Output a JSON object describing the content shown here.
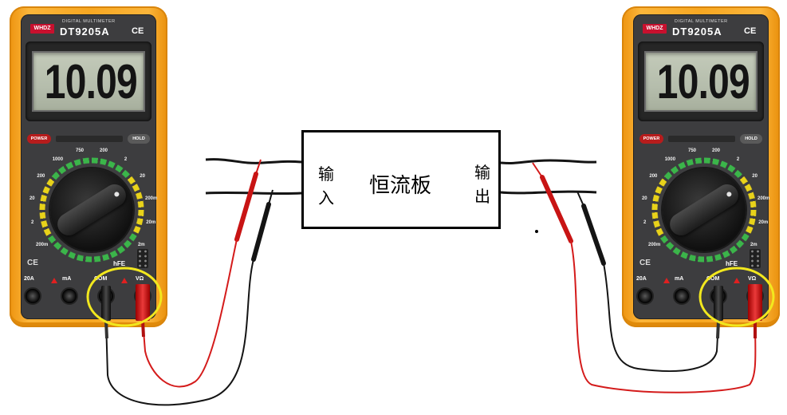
{
  "meters": [
    {
      "logo": "WHDZ",
      "subtitle": "DIGITAL MULTIMETER",
      "model": "DT9205A",
      "ce_top": "CE",
      "reading": "10.09",
      "power_label": "POWER",
      "hold_label": "HOLD",
      "dial_labels": [
        "200m",
        "2",
        "20",
        "200",
        "1000",
        "750",
        "200",
        "2",
        "20",
        "200m",
        "20m",
        "2m"
      ],
      "ce_mark": "CE",
      "hfe_label": "hFE",
      "jacks": [
        "20A",
        "mA",
        "COM",
        "VΩ"
      ]
    },
    {
      "logo": "WHDZ",
      "subtitle": "DIGITAL MULTIMETER",
      "model": "DT9205A",
      "ce_top": "CE",
      "reading": "10.09",
      "power_label": "POWER",
      "hold_label": "HOLD",
      "dial_labels": [
        "200m",
        "2",
        "20",
        "200",
        "1000",
        "750",
        "200",
        "2",
        "20",
        "200m",
        "20m",
        "2m"
      ],
      "ce_mark": "CE",
      "hfe_label": "hFE",
      "jacks": [
        "20A",
        "mA",
        "COM",
        "VΩ"
      ]
    }
  ],
  "board": {
    "label": "恒流板",
    "input": [
      "输",
      "入"
    ],
    "output": [
      "输",
      "出"
    ]
  },
  "colors": {
    "meter_body": "#f7a722",
    "face": "#3d3d3f",
    "lcd": "#b5bdac",
    "wire_red": "#d41b1b",
    "wire_black": "#141414",
    "highlight": "#f2e81e",
    "board_border": "#000000"
  },
  "icons": [
    "warning-icon",
    "power-button-icon",
    "hold-button-icon",
    "rotary-dial-icon",
    "hfe-socket-icon"
  ]
}
